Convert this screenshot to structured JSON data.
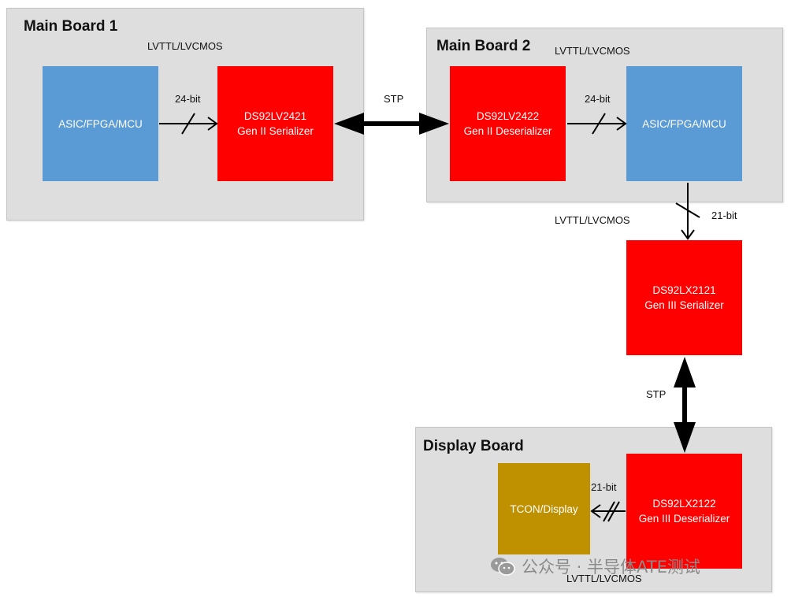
{
  "boards": {
    "main1": {
      "title": "Main Board 1",
      "io": "LVTTL/LVCMOS"
    },
    "main2": {
      "title": "Main Board 2",
      "io": "LVTTL/LVCMOS"
    },
    "display": {
      "title": "Display Board",
      "io": "LVTTL/LVCMOS"
    }
  },
  "middle_io": "LVTTL/LVCMOS",
  "blocks": {
    "asic1": {
      "line1": "ASIC/FPGA/MCU"
    },
    "ser1": {
      "line1": "DS92LV2421",
      "line2": "Gen II Serializer"
    },
    "deser1": {
      "line1": "DS92LV2422",
      "line2": "Gen II Deserializer"
    },
    "asic2": {
      "line1": "ASIC/FPGA/MCU"
    },
    "ser2": {
      "line1": "DS92LX2121",
      "line2": "Gen III Serializer"
    },
    "deser2": {
      "line1": "DS92LX2122",
      "line2": "Gen III Deserializer"
    },
    "tcon": {
      "line1": "TCON/Display"
    }
  },
  "links": {
    "bus1": "24-bit",
    "stp1": "STP",
    "bus2": "24-bit",
    "bus3": "21-bit",
    "stp2": "STP",
    "bus4": "21-bit"
  },
  "colors": {
    "board": "#dedede",
    "asic": "#5b9bd5",
    "serdes": "#ff0000",
    "tcon": "#bf9000"
  },
  "watermark": {
    "text": "公众号 · 半导体ATE测试",
    "icon": "wechat-icon"
  }
}
